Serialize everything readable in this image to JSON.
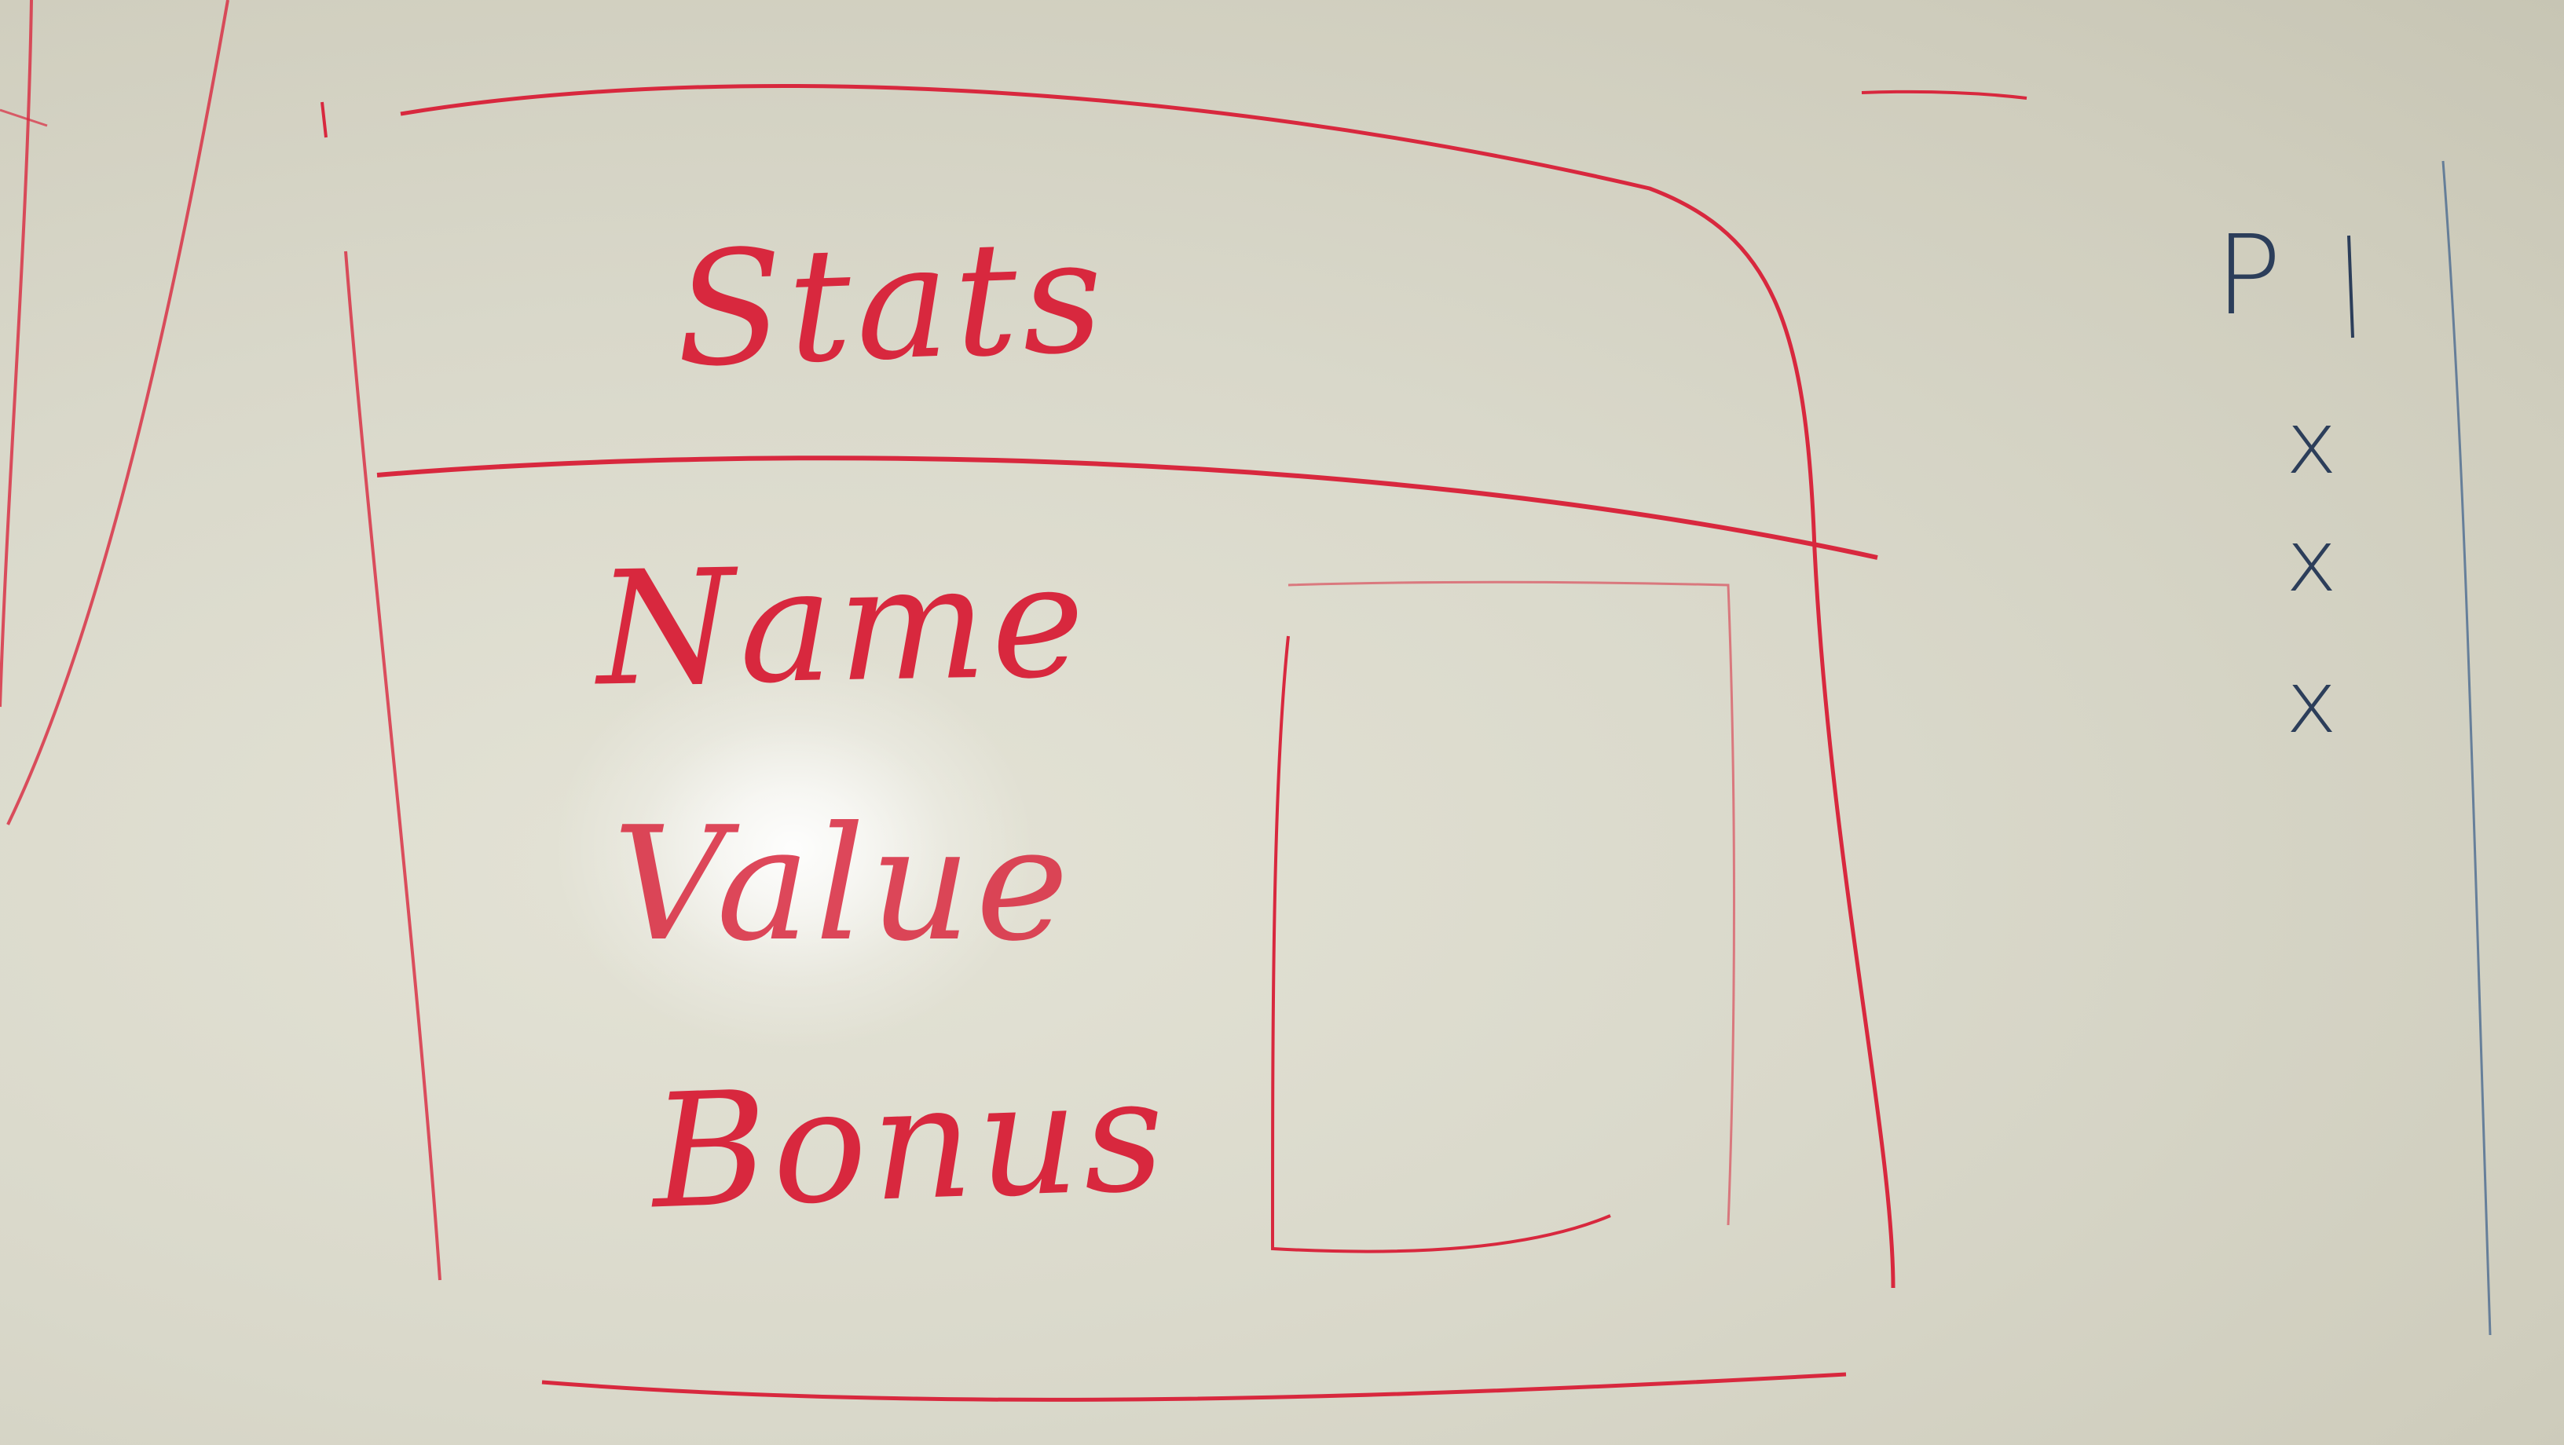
{
  "sketch": {
    "title": "Stats",
    "fields": [
      {
        "label": "Name"
      },
      {
        "label": "Value"
      },
      {
        "label": "Bonus"
      }
    ]
  },
  "side_list": {
    "header": "P",
    "items": [
      "x",
      "x",
      "x"
    ]
  },
  "colors": {
    "marker_red": "#d8283e",
    "marker_blue": "#2c3e5a",
    "board": "#dcdbce"
  }
}
